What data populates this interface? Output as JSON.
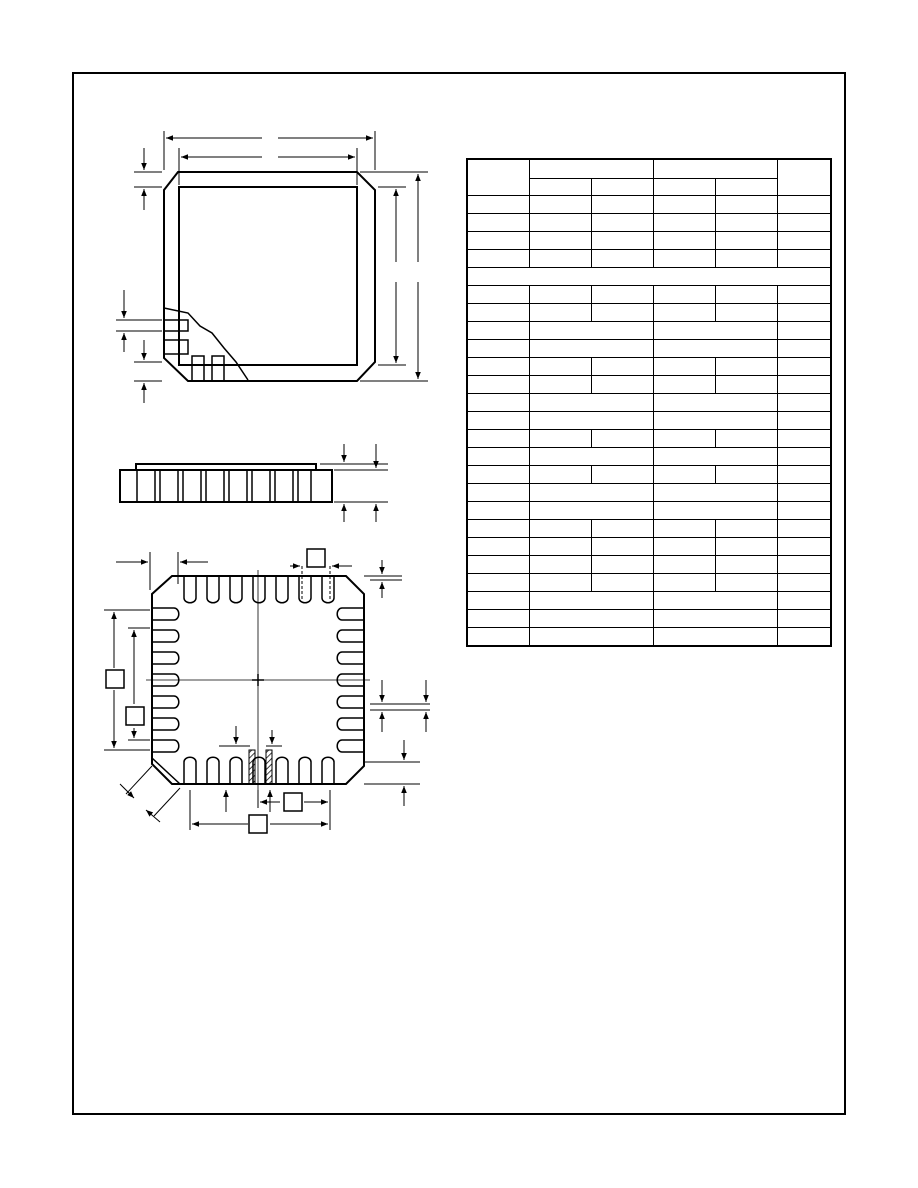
{
  "drawing": {
    "line_color": "#000000",
    "background": "#ffffff",
    "views": [
      "top-view",
      "side-view",
      "bottom-view"
    ],
    "reference_box_labels": [
      "",
      "",
      "",
      "",
      ""
    ]
  },
  "dimension_table": {
    "header": {
      "symbol_label": "",
      "group_a_label": "",
      "group_b_label": "",
      "notes_label": "",
      "subheaders": [
        "",
        "",
        "",
        ""
      ]
    },
    "rows": [
      {
        "layout": "split",
        "cells": [
          "",
          "",
          "",
          "",
          "",
          ""
        ]
      },
      {
        "layout": "split",
        "cells": [
          "",
          "",
          "",
          "",
          "",
          ""
        ]
      },
      {
        "layout": "split",
        "cells": [
          "",
          "",
          "",
          "",
          "",
          ""
        ]
      },
      {
        "layout": "split",
        "cells": [
          "",
          "",
          "",
          "",
          "",
          ""
        ]
      },
      {
        "layout": "full",
        "cells": [
          ""
        ]
      },
      {
        "layout": "split",
        "cells": [
          "",
          "",
          "",
          "",
          "",
          ""
        ]
      },
      {
        "layout": "split",
        "cells": [
          "",
          "",
          "",
          "",
          "",
          ""
        ]
      },
      {
        "layout": "merged",
        "cells": [
          "",
          "",
          "",
          ""
        ]
      },
      {
        "layout": "merged",
        "cells": [
          "",
          "",
          "",
          ""
        ]
      },
      {
        "layout": "split",
        "cells": [
          "",
          "",
          "",
          "",
          "",
          ""
        ]
      },
      {
        "layout": "split",
        "cells": [
          "",
          "",
          "",
          "",
          "",
          ""
        ]
      },
      {
        "layout": "merged",
        "cells": [
          "",
          "",
          "",
          ""
        ]
      },
      {
        "layout": "merged",
        "cells": [
          "",
          "",
          "",
          ""
        ]
      },
      {
        "layout": "split",
        "cells": [
          "",
          "",
          "",
          "",
          "",
          ""
        ]
      },
      {
        "layout": "merged",
        "cells": [
          "",
          "",
          "",
          ""
        ]
      },
      {
        "layout": "split",
        "cells": [
          "",
          "",
          "",
          "",
          "",
          ""
        ]
      },
      {
        "layout": "merged",
        "cells": [
          "",
          "",
          "",
          ""
        ]
      },
      {
        "layout": "merged",
        "cells": [
          "",
          "",
          "",
          ""
        ]
      },
      {
        "layout": "split",
        "cells": [
          "",
          "",
          "",
          "",
          "",
          ""
        ]
      },
      {
        "layout": "split",
        "cells": [
          "",
          "",
          "",
          "",
          "",
          ""
        ]
      },
      {
        "layout": "split",
        "cells": [
          "",
          "",
          "",
          "",
          "",
          ""
        ]
      },
      {
        "layout": "split",
        "cells": [
          "",
          "",
          "",
          "",
          "",
          ""
        ]
      },
      {
        "layout": "merged",
        "cells": [
          "",
          "",
          "",
          ""
        ]
      },
      {
        "layout": "merged",
        "cells": [
          "",
          "",
          "",
          ""
        ]
      },
      {
        "layout": "merged",
        "cells": [
          "",
          "",
          "",
          ""
        ]
      }
    ]
  }
}
